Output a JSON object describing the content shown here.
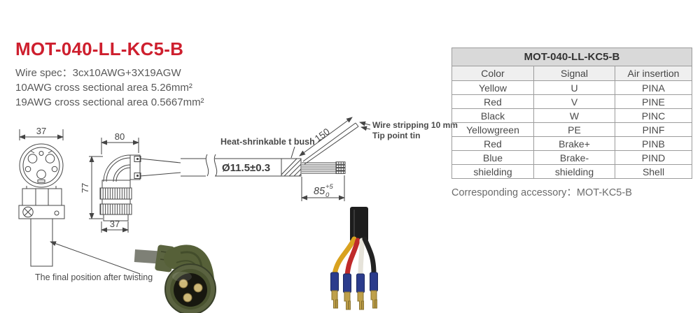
{
  "header": {
    "title": "MOT-040-LL-KC5-B",
    "spec_lines": [
      "Wire spec：3cx10AWG+3X19AGW",
      "10AWG cross sectional area 5.26mm²",
      "19AWG cross sectional area 0.5667mm²"
    ]
  },
  "table": {
    "title": "MOT-040-LL-KC5-B",
    "columns": [
      "Color",
      "Signal",
      "Air insertion"
    ],
    "rows": [
      [
        "Yellow",
        "U",
        "PINA"
      ],
      [
        "Red",
        "V",
        "PINE"
      ],
      [
        "Black",
        "W",
        "PINC"
      ],
      [
        "Yellowgreen",
        "PE",
        "PINF"
      ],
      [
        "Red",
        "Brake+",
        "PINB"
      ],
      [
        "Blue",
        "Brake-",
        "PIND"
      ],
      [
        "shielding",
        "shielding",
        "Shell"
      ]
    ],
    "footer": "Corresponding accessory：MOT-KC5-B"
  },
  "diagram": {
    "dims": {
      "front_width": "37",
      "elbow_width": "80",
      "elbow_height": "77",
      "barrel_width": "37",
      "cable_diameter": "Ø11.5±0.3",
      "strip_length": "150",
      "lead_length": "85",
      "lead_tol_upper": "+5",
      "lead_tol_lower": "0"
    },
    "labels": {
      "heat_shrink": "Heat-shrinkable t bush",
      "wire_stripping": "Wire stripping 10 mm",
      "tip_point": "Tip point tin",
      "final_position": "The final position after twisting"
    }
  },
  "colors": {
    "title_red": "#ce1f2e",
    "table_header_bg": "#d9d9d9",
    "table_subheader_bg": "#efefef",
    "drawing_line": "#454545",
    "photo_olive": "#566038",
    "terminal_blue": "#2c3c8c",
    "terminal_gold": "#bfa04a"
  }
}
